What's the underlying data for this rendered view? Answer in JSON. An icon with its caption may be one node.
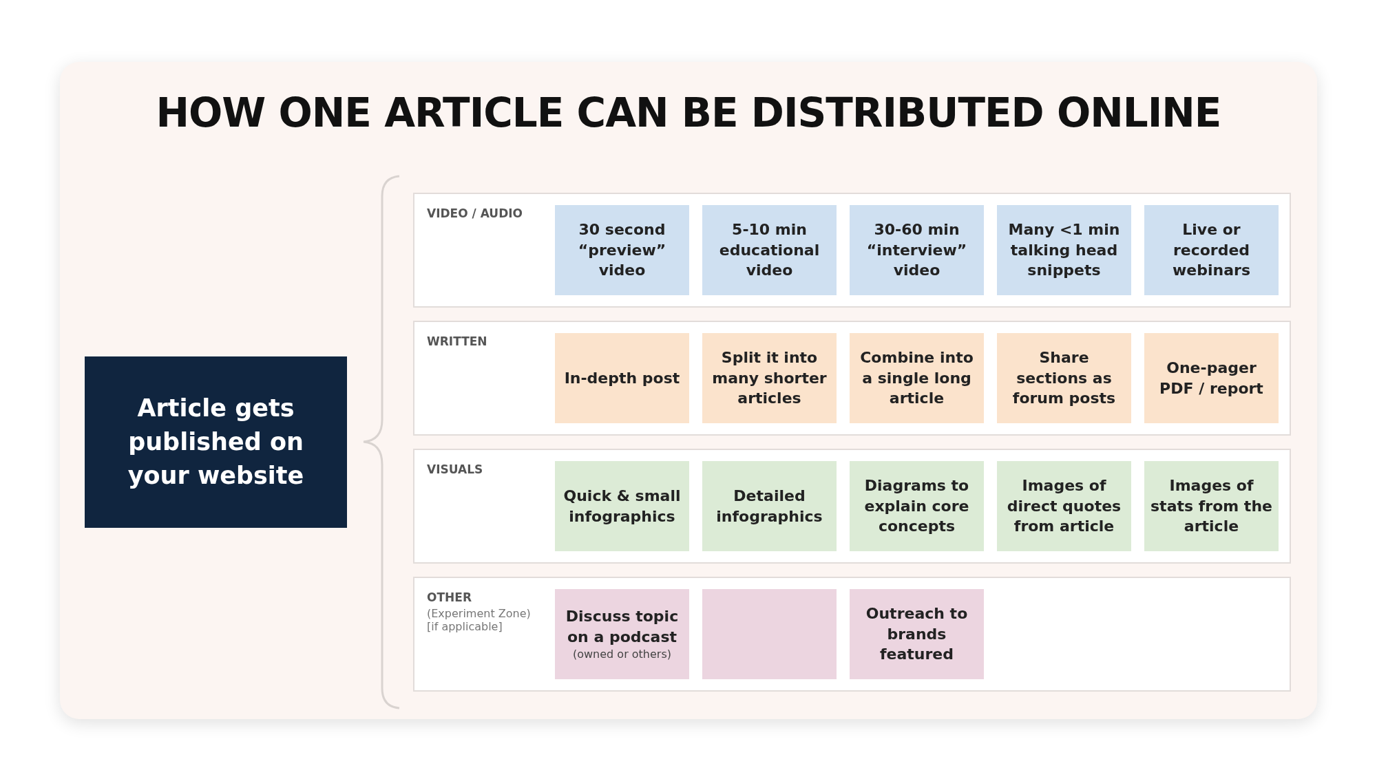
{
  "diagram": {
    "title": "HOW ONE ARTICLE CAN BE DISTRIBUTED ONLINE",
    "nodes": [
      {
        "text": [
          "Article gets published on your website"
        ]
      },
      {
        "text": [
          "VIDEO / AUDIO"
        ]
      },
      {
        "text": [
          "30 second “preview” video"
        ],
        "in": 1
      },
      {
        "text": [
          "5-10 min educational video"
        ],
        "in": 1
      },
      {
        "text": [
          "30-60 min “interview” video"
        ],
        "in": 1
      },
      {
        "text": [
          "Many <1 min talking head snippets"
        ],
        "in": 1
      },
      {
        "text": [
          "Live or recorded webinars"
        ],
        "in": 1
      },
      {
        "text": [
          "WRITTEN"
        ]
      },
      {
        "text": [
          "In-depth post"
        ],
        "in": 7
      },
      {
        "text": [
          "Split it into many shorter articles"
        ],
        "in": 7
      },
      {
        "text": [
          "Combine into a single long article"
        ],
        "in": 7
      },
      {
        "text": [
          "Share sections as forum posts"
        ],
        "in": 7
      },
      {
        "text": [
          "One-pager PDF / report"
        ],
        "in": 7
      },
      {
        "text": [
          "VISUALS"
        ]
      },
      {
        "text": [
          "Quick & small infographics"
        ],
        "in": 13
      },
      {
        "text": [
          "Detailed infographics"
        ],
        "in": 13
      },
      {
        "text": [
          "Diagrams to explain core concepts"
        ],
        "in": 13
      },
      {
        "text": [
          "Images of direct quotes from article"
        ],
        "in": 13
      },
      {
        "text": [
          "Images of stats from the article"
        ],
        "in": 13
      },
      {
        "text": [
          "OTHER",
          "(Experiment Zone) [if applicable]"
        ]
      },
      {
        "text": [
          "Discuss topic on a podcast",
          "(owned or others)"
        ],
        "in": 19
      },
      {
        "text": [],
        "shape": "box",
        "in": 19
      },
      {
        "text": [
          "Outreach to brands featured"
        ],
        "in": 19
      }
    ],
    "edges": []
  }
}
